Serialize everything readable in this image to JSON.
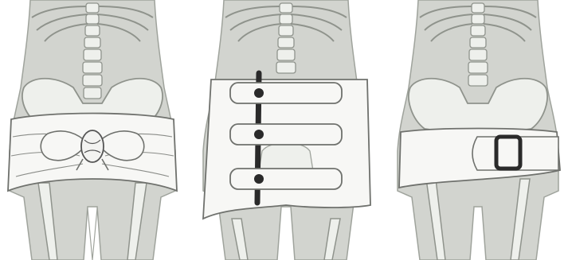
{
  "figure": {
    "panels": [
      {
        "id": "panel-1",
        "binder_style": "wrap-tied-knot"
      },
      {
        "id": "panel-2",
        "binder_style": "three-strap-velcro"
      },
      {
        "id": "panel-3",
        "binder_style": "belt-with-buckle"
      }
    ]
  },
  "colors": {
    "skin": "#d2d4cf",
    "skin_shadow": "#b9bcb6",
    "bone": "#eef0ec",
    "bone_outline": "#8f938c",
    "binder": "#f7f7f5",
    "binder_outline": "#6f716d",
    "strap_dark": "#2a2a2a"
  }
}
